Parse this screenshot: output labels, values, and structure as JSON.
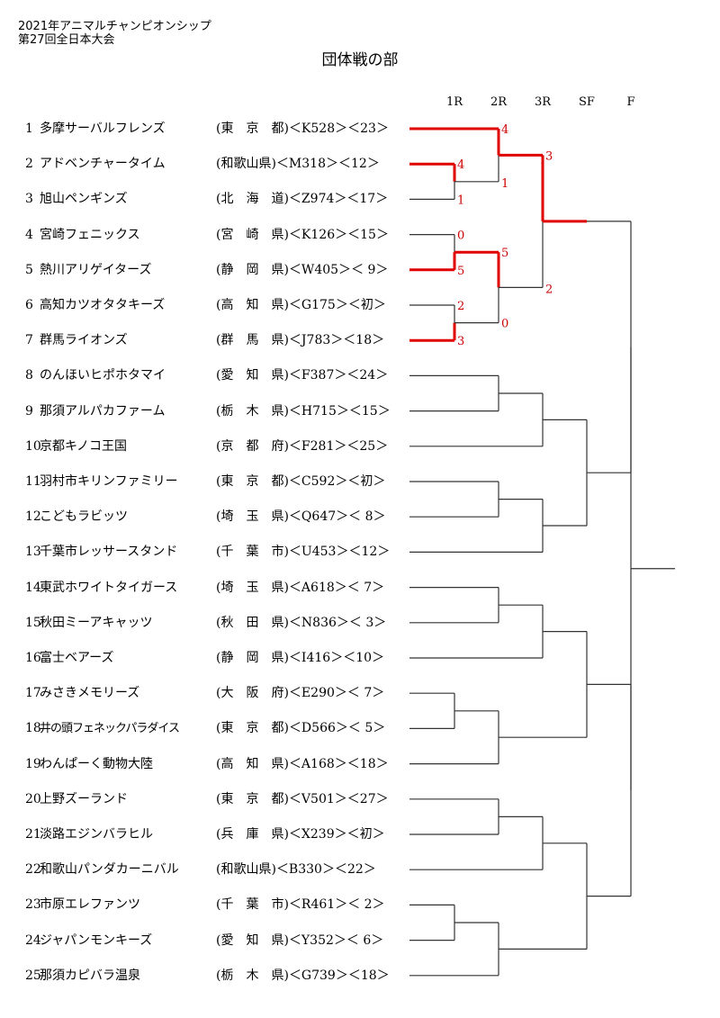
{
  "header": {
    "line1": "2021年アニマルチャンピオンシップ",
    "line2": "第27回全日本大会",
    "title": "団体戦の部"
  },
  "rounds": [
    "1R",
    "2R",
    "3R",
    "SF",
    "F"
  ],
  "teams": [
    {
      "no": "1",
      "name": "多摩サーバルフレンズ",
      "pref": "(東　京　都)",
      "code": "＜K528＞",
      "times": "＜23＞"
    },
    {
      "no": "2",
      "name": "アドベンチャータイム",
      "pref": "(和歌山県)",
      "code": "＜M318＞",
      "times": "＜12＞"
    },
    {
      "no": "3",
      "name": "旭山ペンギンズ",
      "pref": "(北　海　道)",
      "code": "＜Z974＞",
      "times": "＜17＞"
    },
    {
      "no": "4",
      "name": "宮崎フェニックス",
      "pref": "(宮　崎　県)",
      "code": "＜K126＞",
      "times": "＜15＞"
    },
    {
      "no": "5",
      "name": "熱川アリゲイターズ",
      "pref": "(静　岡　県)",
      "code": "＜W405＞",
      "times": "＜ 9＞"
    },
    {
      "no": "6",
      "name": "高知カツオタタキーズ",
      "pref": "(高　知　県)",
      "code": "＜G175＞",
      "times": "＜初＞"
    },
    {
      "no": "7",
      "name": "群馬ライオンズ",
      "pref": "(群　馬　県)",
      "code": "＜J783＞",
      "times": "＜18＞"
    },
    {
      "no": "8",
      "name": "のんほいヒポホタマイ",
      "pref": "(愛　知　県)",
      "code": "＜F387＞",
      "times": "＜24＞"
    },
    {
      "no": "9",
      "name": "那須アルパカファーム",
      "pref": "(栃　木　県)",
      "code": "＜H715＞",
      "times": "＜15＞"
    },
    {
      "no": "10",
      "name": "京都キノコ王国",
      "pref": "(京　都　府)",
      "code": "＜F281＞",
      "times": "＜25＞"
    },
    {
      "no": "11",
      "name": "羽村市キリンファミリー",
      "pref": "(東　京　都)",
      "code": "＜C592＞",
      "times": "＜初＞"
    },
    {
      "no": "12",
      "name": "こどもラビッツ",
      "pref": "(埼　玉　県)",
      "code": "＜Q647＞",
      "times": "＜ 8＞"
    },
    {
      "no": "13",
      "name": "千葉市レッサースタンド",
      "pref": "(千　葉　市)",
      "code": "＜U453＞",
      "times": "＜12＞"
    },
    {
      "no": "14",
      "name": "東武ホワイトタイガース",
      "pref": "(埼　玉　県)",
      "code": "＜A618＞",
      "times": "＜ 7＞"
    },
    {
      "no": "15",
      "name": "秋田ミーアキャッツ",
      "pref": "(秋　田　県)",
      "code": "＜N836＞",
      "times": "＜ 3＞"
    },
    {
      "no": "16",
      "name": "富士ベアーズ",
      "pref": "(静　岡　県)",
      "code": "＜I416＞",
      "times": "＜10＞"
    },
    {
      "no": "17",
      "name": "みさきメモリーズ",
      "pref": "(大　阪　府)",
      "code": "＜E290＞",
      "times": "＜ 7＞"
    },
    {
      "no": "18",
      "name": "井の頭フェネックパラダイス",
      "pref": "(東　京　都)",
      "code": "＜D566＞",
      "times": "＜ 5＞"
    },
    {
      "no": "19",
      "name": "わんぱーく動物大陸",
      "pref": "(高　知　県)",
      "code": "＜A168＞",
      "times": "＜18＞"
    },
    {
      "no": "20",
      "name": "上野ズーランド",
      "pref": "(東　京　都)",
      "code": "＜V501＞",
      "times": "＜27＞"
    },
    {
      "no": "21",
      "name": "淡路エジンバラヒル",
      "pref": "(兵　庫　県)",
      "code": "＜X239＞",
      "times": "＜初＞"
    },
    {
      "no": "22",
      "name": "和歌山パンダカーニバル",
      "pref": "(和歌山県)",
      "code": "＜B330＞",
      "times": "＜22＞"
    },
    {
      "no": "23",
      "name": "市原エレファンツ",
      "pref": "(千　葉　市)",
      "code": "＜R461＞",
      "times": "＜ 2＞"
    },
    {
      "no": "24",
      "name": "ジャパンモンキーズ",
      "pref": "(愛　知　県)",
      "code": "＜Y352＞",
      "times": "＜ 6＞"
    },
    {
      "no": "25",
      "name": "那須カピバラ温泉",
      "pref": "(栃　木　県)",
      "code": "＜G739＞",
      "times": "＜18＞"
    }
  ],
  "scores": [
    {
      "id": "m1-2_3-t2",
      "value": "4"
    },
    {
      "id": "m1-2_3-t3",
      "value": "1"
    },
    {
      "id": "m1-4_5-t4",
      "value": "0"
    },
    {
      "id": "m1-4_5-t5",
      "value": "5"
    },
    {
      "id": "m1-6_7-t6",
      "value": "2"
    },
    {
      "id": "m1-6_7-t7",
      "value": "3"
    },
    {
      "id": "m2-1-t1",
      "value": "4"
    },
    {
      "id": "m2-1-w23",
      "value": "1"
    },
    {
      "id": "m2-2-w45",
      "value": "5"
    },
    {
      "id": "m2-2-w67",
      "value": "0"
    },
    {
      "id": "m3-1-top",
      "value": "3"
    },
    {
      "id": "m3-1-bot",
      "value": "2"
    }
  ],
  "colors": {
    "winner_line": "#e00000",
    "line": "#333333",
    "score": "#cc0000"
  }
}
